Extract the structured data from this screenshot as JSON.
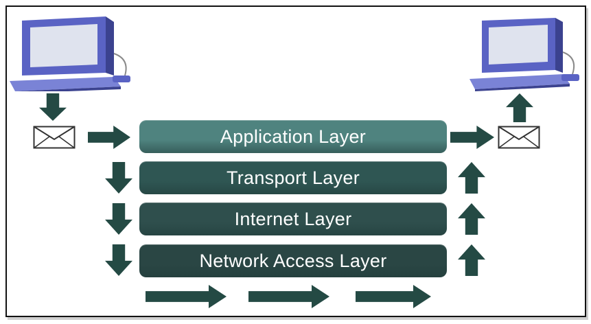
{
  "layers": [
    {
      "label": "Application Layer",
      "color": "#4f837f"
    },
    {
      "label": "Transport Layer",
      "color": "#2f5653"
    },
    {
      "label": "Internet Layer",
      "color": "#2f4f4d"
    },
    {
      "label": "Network Access Layer",
      "color": "#2a4644"
    }
  ],
  "colors": {
    "arrow": "#244a44",
    "computer_body": "#5a63c4",
    "computer_dark": "#3b428f",
    "screen": "#dfe3ee"
  },
  "icons": {
    "sender_computer": "desktop-computer-icon",
    "receiver_computer": "desktop-computer-icon",
    "message": "envelope-icon",
    "down": "arrow-down-icon",
    "up": "arrow-up-icon",
    "right": "arrow-right-icon"
  }
}
